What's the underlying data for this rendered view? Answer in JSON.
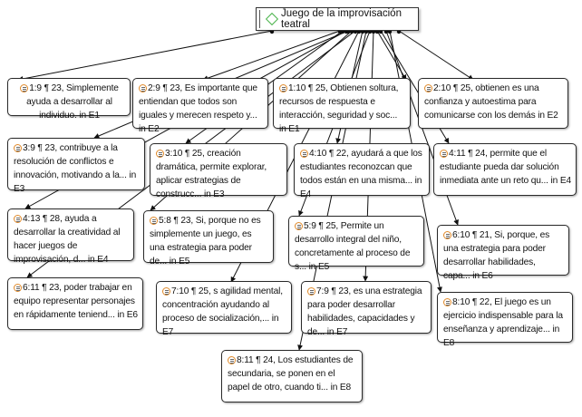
{
  "root": {
    "label": "Juego de la improvisación teatral",
    "icon": "code-diamond-icon",
    "icon_color": "#49b34a"
  },
  "quote_icon_color": "#e08a2a",
  "nodes": [
    {
      "id": "1:9",
      "text": "1:9 ¶ 23, Simplemente ayuda a desarrollar al individuo. in E1"
    },
    {
      "id": "2:9",
      "text": "2:9 ¶ 23, Es importante que entiendan que todos son iguales y merecen respeto y... in E2"
    },
    {
      "id": "1:10",
      "text": "1:10 ¶ 25, Obtienen soltura, recursos de respuesta e interacción, seguridad y soc... in E1"
    },
    {
      "id": "2:10",
      "text": "2:10 ¶ 25, obtienen es una confianza y autoestima para comunicarse con los demás in E2"
    },
    {
      "id": "3:9",
      "text": "3:9 ¶ 23, contribuye a la resolución de conflictos e innovación, motivando a la... in E3"
    },
    {
      "id": "3:10",
      "text": "3:10 ¶ 25, creación dramática, permite explorar, aplicar estrategias de construcc... in E3"
    },
    {
      "id": "4:10",
      "text": "4:10 ¶ 22, ayudará a que los estudiantes reconozcan que todos están en una misma... in E4"
    },
    {
      "id": "4:11",
      "text": "4:11 ¶ 24, permite que el estudiante pueda dar solución inmediata ante un reto qu... in E4"
    },
    {
      "id": "4:13",
      "text": "4:13 ¶ 28, ayuda a desarrollar la creatividad al hacer juegos de improvisación, d... in E4"
    },
    {
      "id": "5:8",
      "text": "5:8 ¶ 23, Si, porque no es simplemente un juego, es una estrategia para poder de... in E5"
    },
    {
      "id": "5:9",
      "text": "5:9 ¶ 25, Permite un desarrollo integral del niño, concretamente al proceso de s... in E5"
    },
    {
      "id": "6:10",
      "text": "6:10 ¶ 21, Si, porque, es una estrategia para poder desarrollar habilidades, capa... in E6"
    },
    {
      "id": "6:11",
      "text": "6:11 ¶ 23, poder trabajar en equipo representar personajes en rápidamente teniend... in E6"
    },
    {
      "id": "7:10",
      "text": "7:10 ¶ 25, s agilidad mental, concentración ayudando al proceso de socialización,... in E7"
    },
    {
      "id": "7:9",
      "text": "7:9 ¶ 23, es una estrategia para poder desarrollar habilidades, capacidades y de... in E7"
    },
    {
      "id": "8:10",
      "text": "8:10 ¶ 22, El juego es un ejercicio indispensable para la enseñanza y aprendizaje... in E8"
    },
    {
      "id": "8:11",
      "text": "8:11 ¶ 24, Los estudiantes de secundaria, se ponen en el papel de otro, cuando ti... in E8"
    }
  ]
}
